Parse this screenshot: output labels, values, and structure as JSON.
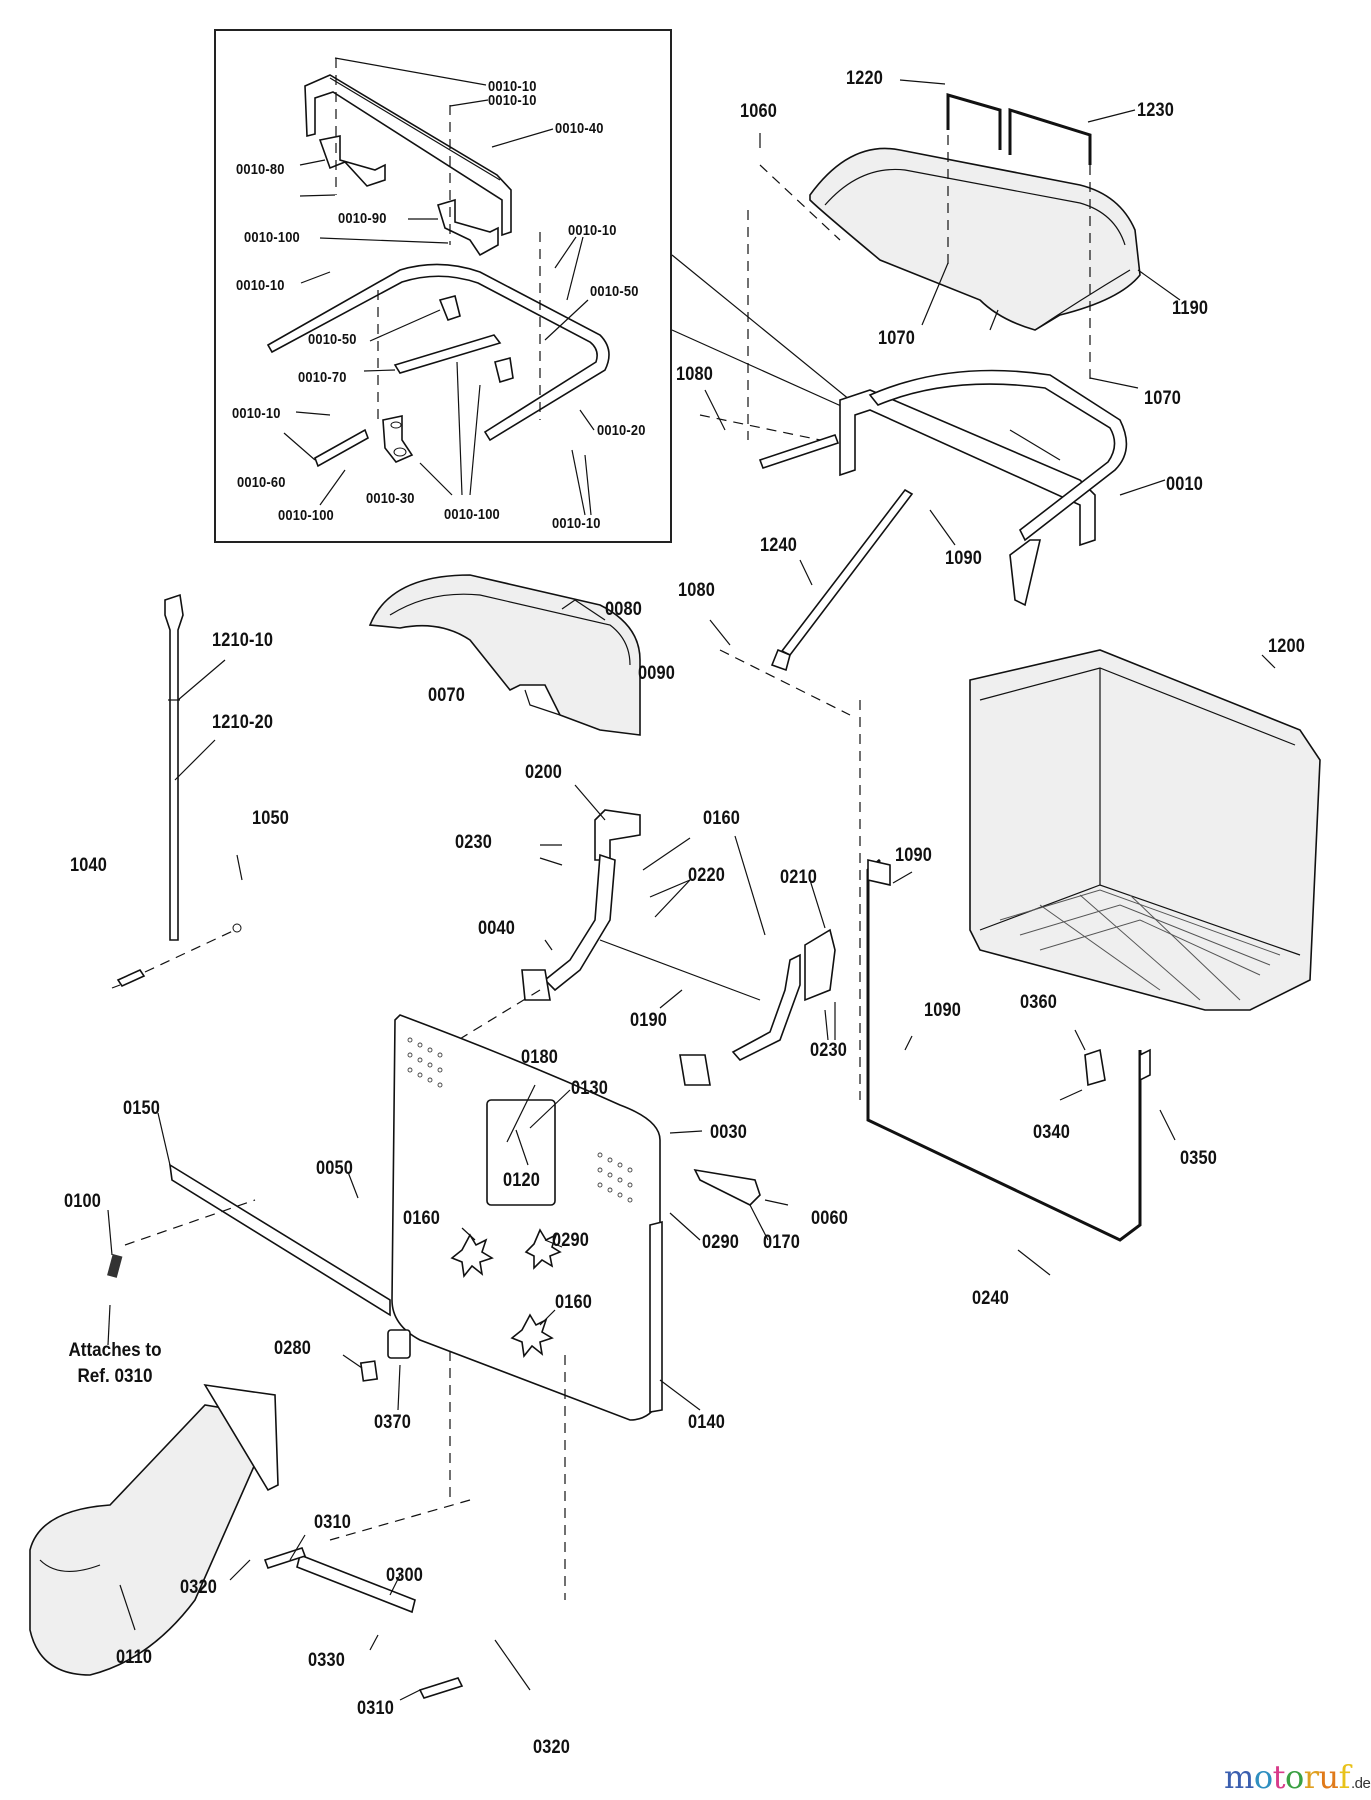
{
  "diagram": {
    "title": "Exploded parts diagram - rear bagger / grass collector assembly",
    "inset_labels": [
      "0010-10",
      "0010-10",
      "0010-40",
      "0010-80",
      "0010-90",
      "0010-100",
      "0010-10",
      "0010-10",
      "0010-50",
      "0010-50",
      "0010-70",
      "0010-20",
      "0010-10",
      "0010-60",
      "0010-100",
      "0010-30",
      "0010-100",
      "0010-10"
    ],
    "labels": {
      "p1220": "1220",
      "p1230": "1230",
      "p1060": "1060",
      "p1190": "1190",
      "p1070a": "1070",
      "p1070b": "1070",
      "p1080a": "1080",
      "p0010": "0010",
      "p1090a": "1090",
      "p1240": "1240",
      "p1080b": "1080",
      "p0080": "0080",
      "p0090": "0090",
      "p0070": "0070",
      "p1200": "1200",
      "p1210_10": "1210-10",
      "p1210_20": "1210-20",
      "p1050": "1050",
      "p1040": "1040",
      "p0200": "0200",
      "p0160a": "0160",
      "p0230a": "0230",
      "p0220": "0220",
      "p0210": "0210",
      "p0040": "0040",
      "p0190": "0190",
      "p0230b": "0230",
      "p1090b": "1090",
      "p1090c": "1090",
      "p0360": "0360",
      "p0340": "0340",
      "p0350": "0350",
      "p0180": "0180",
      "p0130": "0130",
      "p0120": "0120",
      "p0030": "0030",
      "p0060": "0060",
      "p0170": "0170",
      "p0290a": "0290",
      "p0290b": "0290",
      "p0160b": "0160",
      "p0160c": "0160",
      "p0150": "0150",
      "p0050": "0050",
      "p0100": "0100",
      "p0240": "0240",
      "p0280": "0280",
      "p0370": "0370",
      "p0140": "0140",
      "p0310a": "0310",
      "p0320a": "0320",
      "p0300": "0300",
      "p0110": "0110",
      "p0330": "0330",
      "p0310b": "0310",
      "p0320b": "0320"
    },
    "note_line1": "Attaches to",
    "note_line2": "Ref. 0310"
  },
  "watermark": {
    "letters": [
      {
        "ch": "m",
        "color": "#3b5fb0"
      },
      {
        "ch": "o",
        "color": "#2f8fc0"
      },
      {
        "ch": "t",
        "color": "#d83a8a"
      },
      {
        "ch": "o",
        "color": "#3aa043"
      },
      {
        "ch": "r",
        "color": "#e0a020"
      },
      {
        "ch": "u",
        "color": "#e07a1a"
      },
      {
        "ch": "f",
        "color": "#e8c21a"
      }
    ],
    "suffix": ".de"
  }
}
